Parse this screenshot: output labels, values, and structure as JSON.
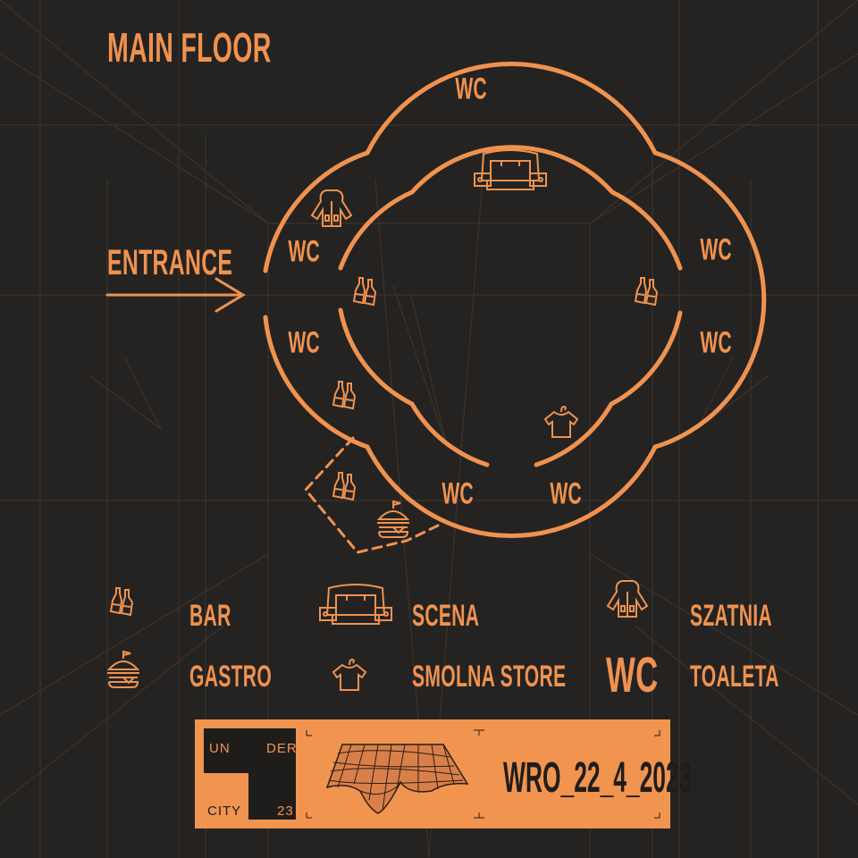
{
  "colors": {
    "accent": "#f0924f",
    "background": "#242322",
    "banner": "#f0944f"
  },
  "title": "MAIN FLOOR",
  "entrance_label": "ENTRANCE",
  "map": {
    "wc_label": "WC",
    "wc_markers": [
      "WC",
      "WC",
      "WC",
      "WC",
      "WC",
      "WC",
      "WC"
    ],
    "icons": [
      "scena-icon",
      "szatnia-icon",
      "bar-icon",
      "bar-icon",
      "bar-icon",
      "bar-icon",
      "smolna-store-icon",
      "gastro-icon"
    ]
  },
  "legend": [
    {
      "icon": "bar-icon",
      "label": "BAR"
    },
    {
      "icon": "scena-icon",
      "label": "SCENA"
    },
    {
      "icon": "szatnia-icon",
      "label": "SZATNIA"
    },
    {
      "icon": "gastro-icon",
      "label": "GASTRO"
    },
    {
      "icon": "smolna-store-icon",
      "label": "SMOLNA STORE"
    },
    {
      "icon": "wc",
      "symbol": "WC",
      "label": "TOALETA"
    }
  ],
  "banner": {
    "logo": {
      "tl": "UN",
      "tr": "DER",
      "bl": "CITY",
      "br": "23"
    },
    "date": "WRO_22_4_2023"
  }
}
